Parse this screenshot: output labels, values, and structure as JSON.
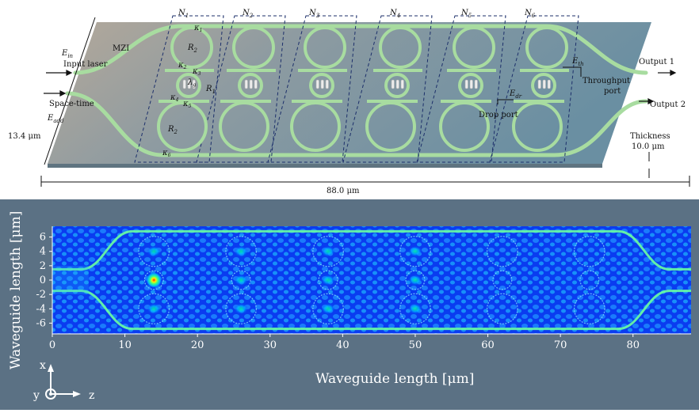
{
  "diagram": {
    "unit_labels": [
      "N",
      "N",
      "N",
      "N",
      "N",
      "N"
    ],
    "unit_subs": [
      "1",
      "2",
      "3",
      "4",
      "5",
      "6"
    ],
    "mzi": "MZI",
    "e_in": "E",
    "e_in_sub": "in",
    "input_laser": "Input laser",
    "space_time": "Space-time",
    "e_add": "E",
    "e_add_sub": "add",
    "r2_top": "R",
    "r2_sub": "2",
    "r1": "R",
    "r1_sub": "1",
    "r2_bottom": "R",
    "kappas": [
      {
        "main": "κ",
        "sub": "1"
      },
      {
        "main": "κ",
        "sub": "2"
      },
      {
        "main": "κ",
        "sub": "3"
      },
      {
        "main": "κ",
        "sub": "4"
      },
      {
        "main": "κ",
        "sub": "5"
      },
      {
        "main": "κ",
        "sub": "6"
      }
    ],
    "lambda_g": "λ",
    "lambda_sub": "g",
    "e_th": "E",
    "e_th_sub": "th",
    "throughput": "Throughput",
    "port": "port",
    "e_dr": "E",
    "e_dr_sub": "dr",
    "drop_port": "Drop port",
    "output1": "Output 1",
    "output2": "Output 2",
    "thickness": "Thickness",
    "thickness_value": "10.0 μm",
    "height_dim": "13.4 μm",
    "length_dim": "88.0 μm"
  },
  "field_plot": {
    "xlabel": "Waveguide length [μm]",
    "ylabel": "Waveguide length [μm]",
    "x_ticks": [
      "0",
      "10",
      "20",
      "30",
      "40",
      "50",
      "60",
      "70",
      "80"
    ],
    "y_ticks": [
      "6",
      "4",
      "2",
      "0",
      "-2",
      "-4",
      "-6"
    ],
    "xlim": [
      0,
      88
    ],
    "ylim": [
      -7.5,
      7.5
    ],
    "axis_x": "x",
    "axis_y": "y",
    "axis_z": "z",
    "colormap": "jet",
    "background_color": "#5b7184"
  }
}
